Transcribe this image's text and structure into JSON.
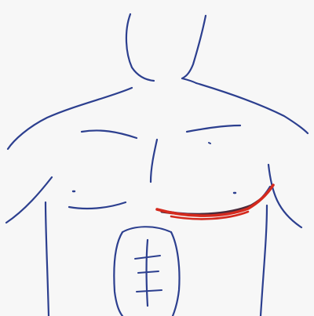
{
  "drawing": {
    "subject": "torso-outline",
    "colors": {
      "paper": "#f7f7f7",
      "outline_ink": "#2c3f8f",
      "incision_marker": "#d42a1e",
      "incision_shadow": "#4a2a3a"
    },
    "strokes": [
      {
        "name": "neck-left-line",
        "color_key": "outline_ink"
      },
      {
        "name": "neck-right-line",
        "color_key": "outline_ink"
      },
      {
        "name": "shoulder-left-line",
        "color_key": "outline_ink"
      },
      {
        "name": "shoulder-right-line",
        "color_key": "outline_ink"
      },
      {
        "name": "clavicle-left-line",
        "color_key": "outline_ink"
      },
      {
        "name": "clavicle-right-line",
        "color_key": "outline_ink"
      },
      {
        "name": "sternum-line",
        "color_key": "outline_ink"
      },
      {
        "name": "chest-left-fold-line",
        "color_key": "outline_ink"
      },
      {
        "name": "chest-right-fold-line",
        "color_key": "outline_ink"
      },
      {
        "name": "abdomen-outline",
        "color_key": "outline_ink"
      },
      {
        "name": "abdomen-midline",
        "color_key": "outline_ink"
      },
      {
        "name": "incision-mark",
        "color_key": "incision_marker"
      }
    ]
  }
}
